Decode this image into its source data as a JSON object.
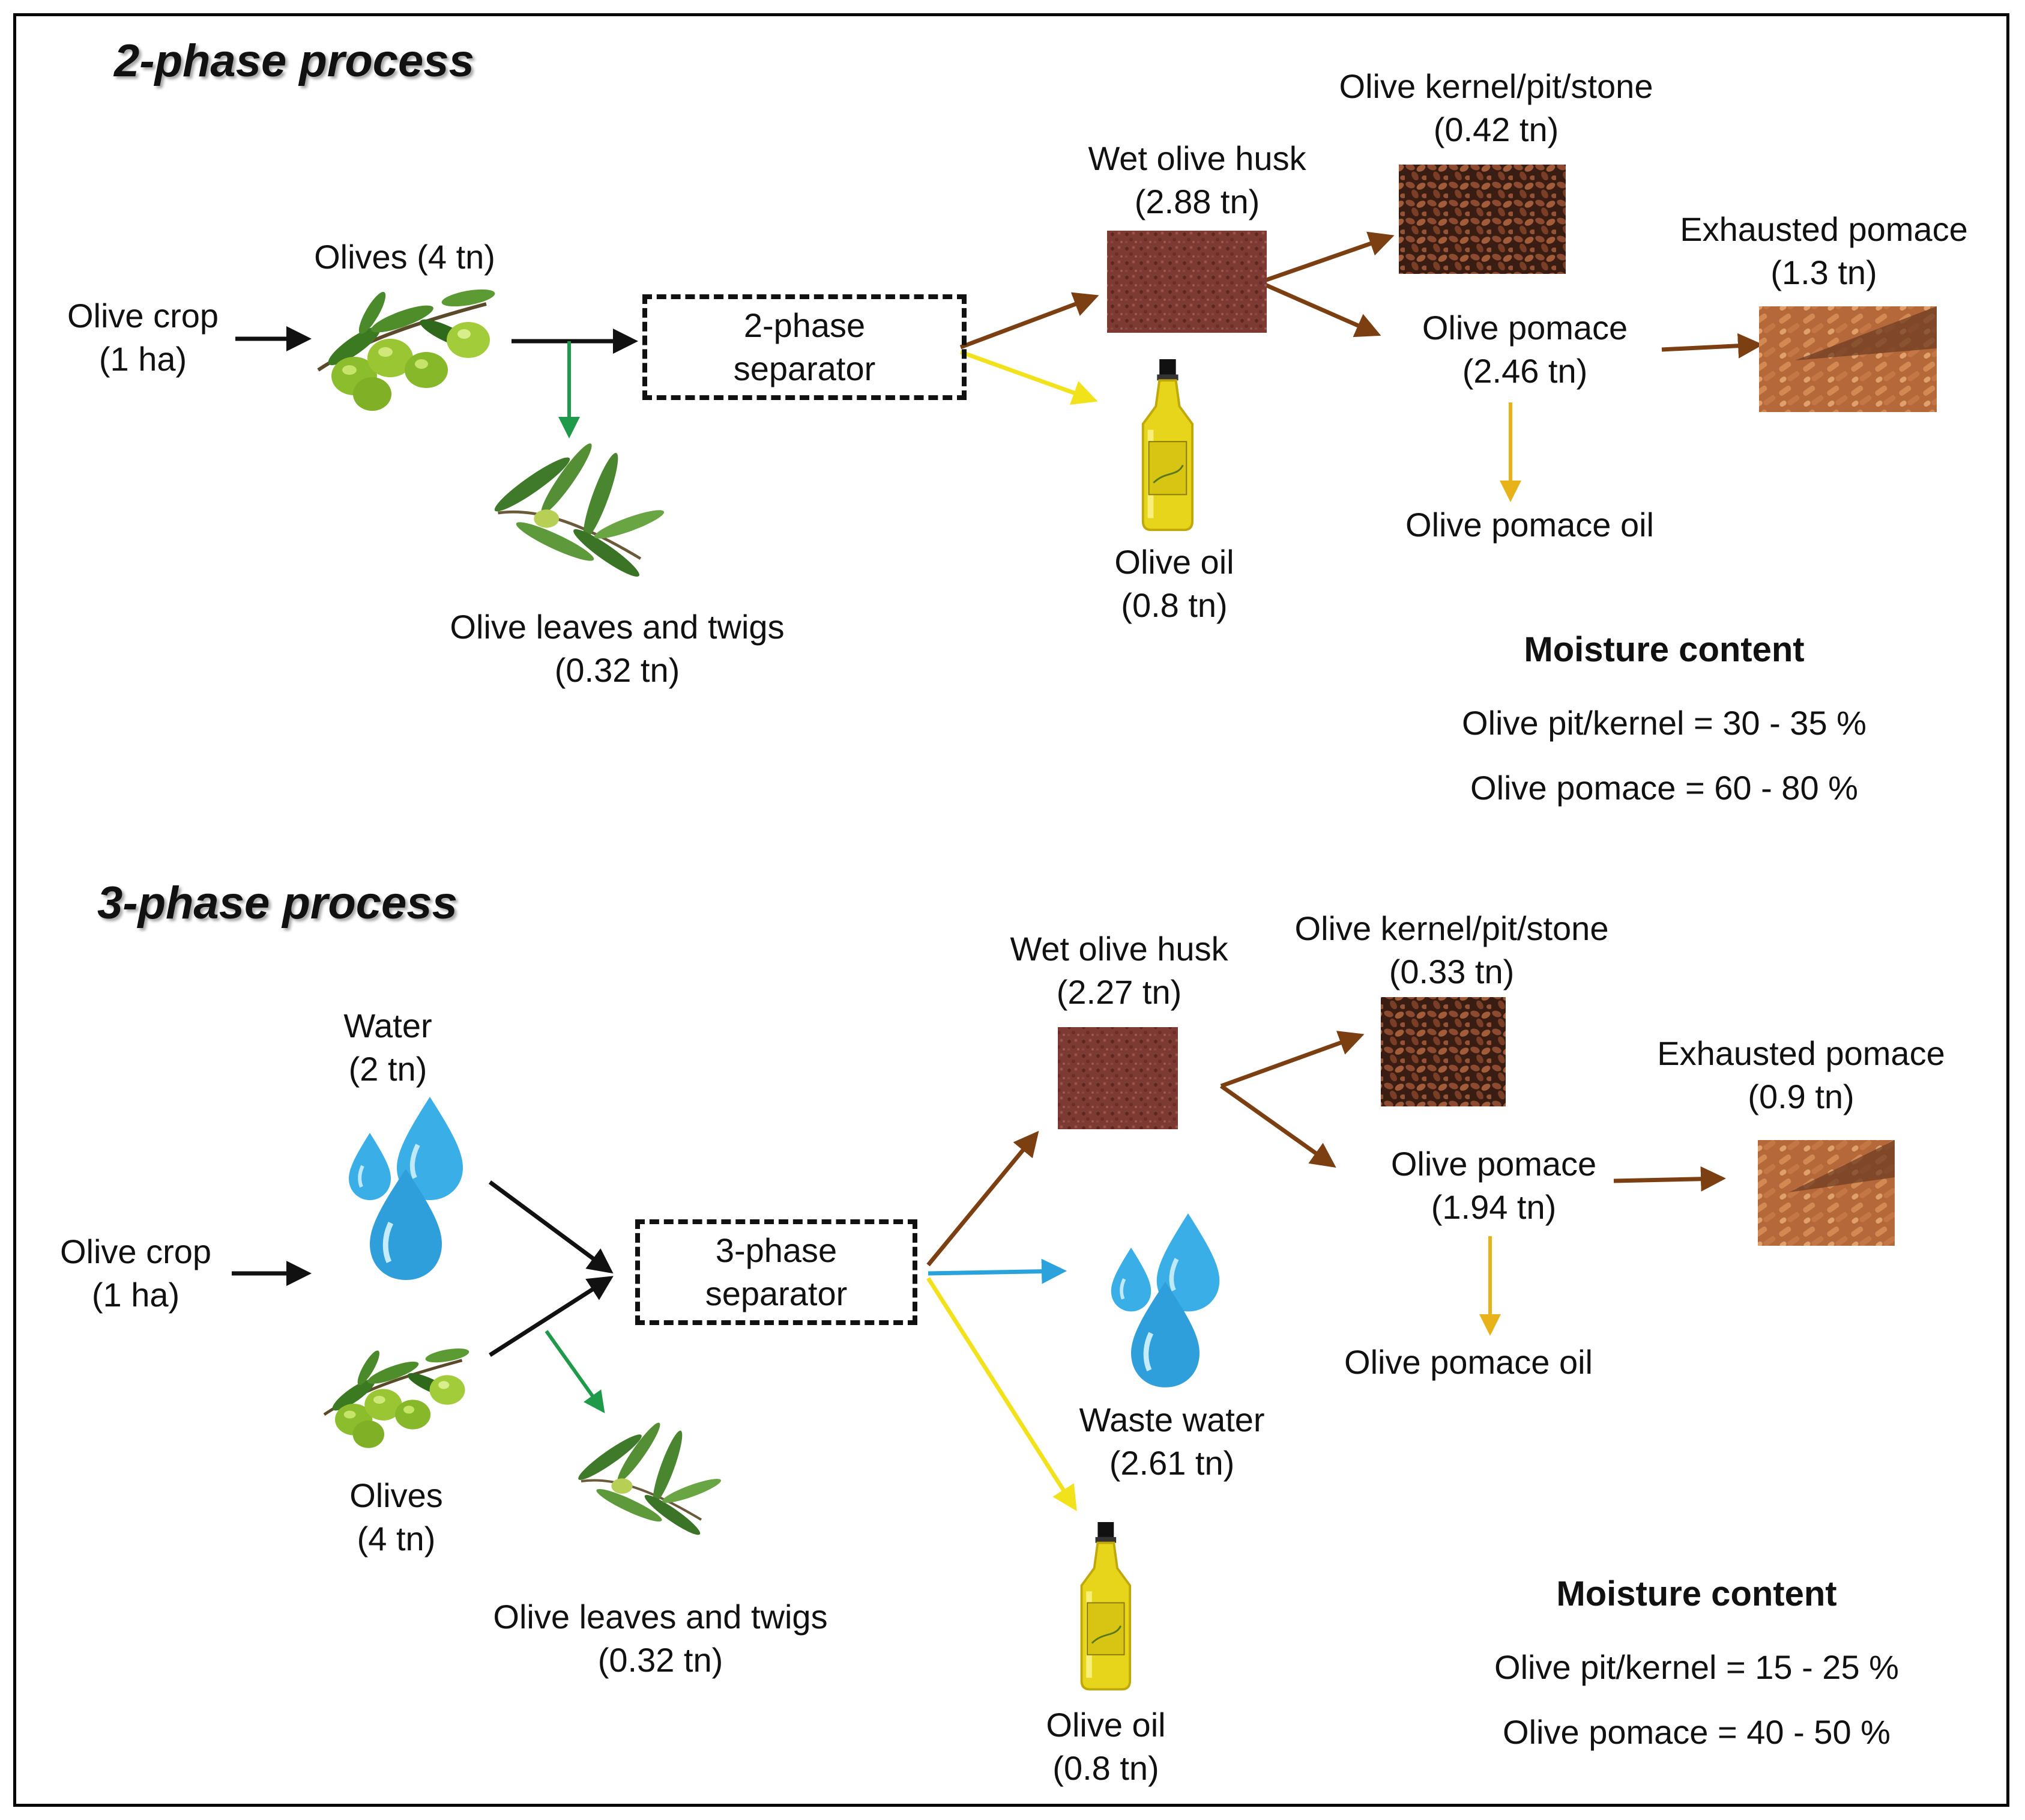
{
  "two_phase": {
    "title": "2-phase process",
    "olive_crop": {
      "name": "Olive crop",
      "qty": "(1 ha)"
    },
    "olives": {
      "label": "Olives (4 tn)"
    },
    "separator": {
      "line1": "2-phase",
      "line2": "separator"
    },
    "leaves": {
      "name": "Olive leaves and twigs",
      "qty": "(0.32 tn)"
    },
    "husk": {
      "name": "Wet olive husk",
      "qty": "(2.88 tn)"
    },
    "oil": {
      "name": "Olive oil",
      "qty": "(0.8 tn)"
    },
    "kernel": {
      "name": "Olive kernel/pit/stone",
      "qty": "(0.42 tn)"
    },
    "pomace": {
      "name": "Olive pomace",
      "qty": "(2.46 tn)"
    },
    "exhausted": {
      "name": "Exhausted pomace",
      "qty": "(1.3 tn)"
    },
    "pomace_oil": "Olive pomace oil",
    "moisture": {
      "title": "Moisture content",
      "pit": "Olive pit/kernel = 30 - 35 %",
      "pomace": "Olive pomace = 60 - 80 %"
    }
  },
  "three_phase": {
    "title": "3-phase process",
    "olive_crop": {
      "name": "Olive crop",
      "qty": "(1 ha)"
    },
    "water": {
      "name": "Water",
      "qty": "(2 tn)"
    },
    "olives": {
      "name": "Olives",
      "qty": "(4 tn)"
    },
    "separator": {
      "line1": "3-phase",
      "line2": "separator"
    },
    "leaves": {
      "name": "Olive leaves and twigs",
      "qty": "(0.32 tn)"
    },
    "husk": {
      "name": "Wet olive husk",
      "qty": "(2.27 tn)"
    },
    "waste_water": {
      "name": "Waste water",
      "qty": "(2.61 tn)"
    },
    "oil": {
      "name": "Olive oil",
      "qty": "(0.8 tn)"
    },
    "kernel": {
      "name": "Olive kernel/pit/stone",
      "qty": "(0.33 tn)"
    },
    "pomace": {
      "name": "Olive pomace",
      "qty": "(1.94 tn)"
    },
    "exhausted": {
      "name": "Exhausted pomace",
      "qty": "(0.9 tn)"
    },
    "pomace_oil": "Olive pomace oil",
    "moisture": {
      "title": "Moisture content",
      "pit": "Olive pit/kernel = 15 - 25 %",
      "pomace": "Olive pomace = 40 - 50 %"
    }
  },
  "colors": {
    "process_arrow": "#111111",
    "husk_arrow": "#7b3f12",
    "oil_arrow": "#f2e21b",
    "leaves_arrow": "#1f9a4a",
    "pomace_oil_arrow": "#e8b21a",
    "water_arrow": "#2aa3dc"
  },
  "icons": [
    "olive-branch-icon",
    "olive-leaves-icon",
    "husk-texture-icon",
    "olive-oil-bottle-icon",
    "olive-kernels-icon",
    "pomace-pellets-icon",
    "water-drops-icon"
  ]
}
